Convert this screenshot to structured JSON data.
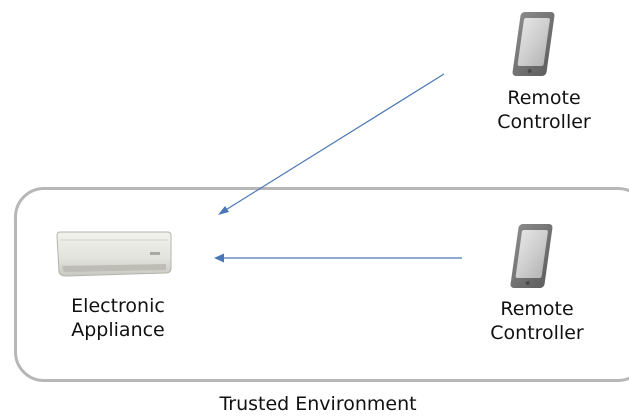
{
  "remote_outside": {
    "label_line1": "Remote",
    "label_line2": "Controller",
    "icon": "smartphone-icon"
  },
  "remote_inside": {
    "label_line1": "Remote",
    "label_line2": "Controller",
    "icon": "smartphone-icon"
  },
  "appliance": {
    "label_line1": "Electronic",
    "label_line2": "Appliance",
    "icon": "air-conditioner-icon"
  },
  "environment": {
    "label": "Trusted Environment"
  },
  "colors": {
    "arrow": "#4a77b4",
    "boundary": "#b7b7b7"
  }
}
